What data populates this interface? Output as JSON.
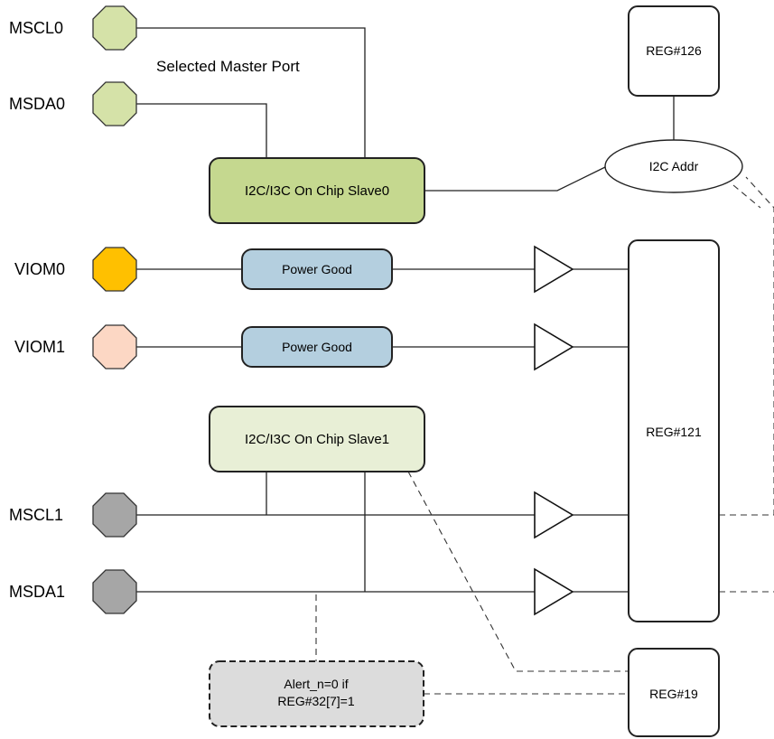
{
  "diagram": {
    "title": "Selected Master Port",
    "pins": {
      "mscl0": "MSCL0",
      "msda0": "MSDA0",
      "viom0": "VIOM0",
      "viom1": "VIOM1",
      "mscl1": "MSCL1",
      "msda1": "MSDA1"
    },
    "pin_colors": {
      "mscl0": "#d5e2a8",
      "msda0": "#d5e2a8",
      "viom0": "#ffc000",
      "viom1": "#fcd7c4",
      "mscl1": "#a6a6a6",
      "msda1": "#a6a6a6"
    },
    "blocks": {
      "slave0": "I2C/I3C On Chip Slave0",
      "slave1": "I2C/I3C On Chip Slave1",
      "power_good_0": "Power Good",
      "power_good_1": "Power Good",
      "i2c_addr": "I2C Addr",
      "reg126": "REG#126",
      "reg121": "REG#121",
      "reg19": "REG#19",
      "alert_line1": "Alert_n=0 if",
      "alert_line2": "REG#32[7]=1"
    },
    "block_colors": {
      "slave0": "#c5d88f",
      "slave1": "#e8efd6",
      "power_good": "#b4cfdf",
      "alert": "#dcdcdc"
    }
  }
}
